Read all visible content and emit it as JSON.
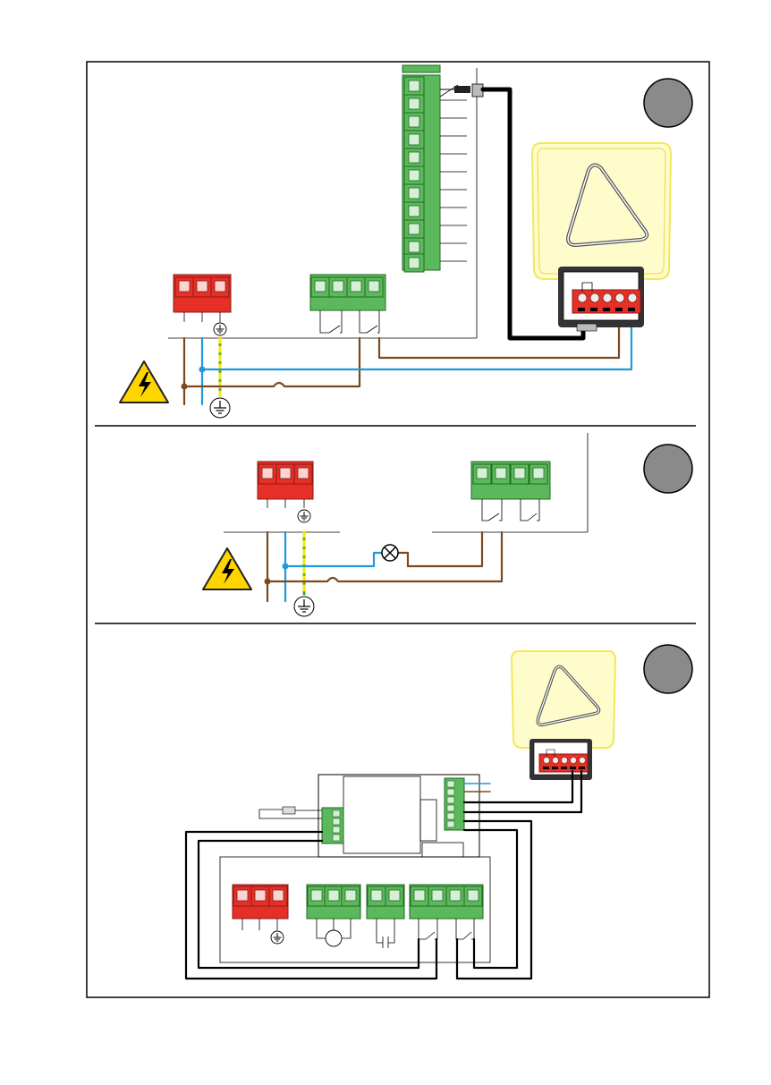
{
  "page": {
    "number": "",
    "header": ""
  },
  "colors": {
    "phase_wire": "#7a4a1e",
    "neutral_wire": "#1e9ad6",
    "earth_green": "#3aa935",
    "earth_yellow": "#ffe600",
    "control_wire": "#000000",
    "red_terminal": "#e63027",
    "green_terminal": "#5cb85c",
    "flasher_body": "#fffccc",
    "flasher_rim": "#f2e85a",
    "step_badge": "#8a8a8a"
  },
  "panels": [
    {
      "id": "panel-1",
      "step_badge_text": "",
      "icons": [
        "hazard-voltage-icon",
        "ground-symbol-icon",
        "flashing-light-icon"
      ]
    },
    {
      "id": "panel-2",
      "step_badge_text": "",
      "icons": [
        "hazard-voltage-icon",
        "ground-symbol-icon",
        "lamp-icon"
      ]
    },
    {
      "id": "panel-3",
      "step_badge_text": "",
      "icons": [
        "ground-symbol-icon",
        "motor-icon",
        "capacitor-icon",
        "flashing-light-icon"
      ]
    }
  ]
}
